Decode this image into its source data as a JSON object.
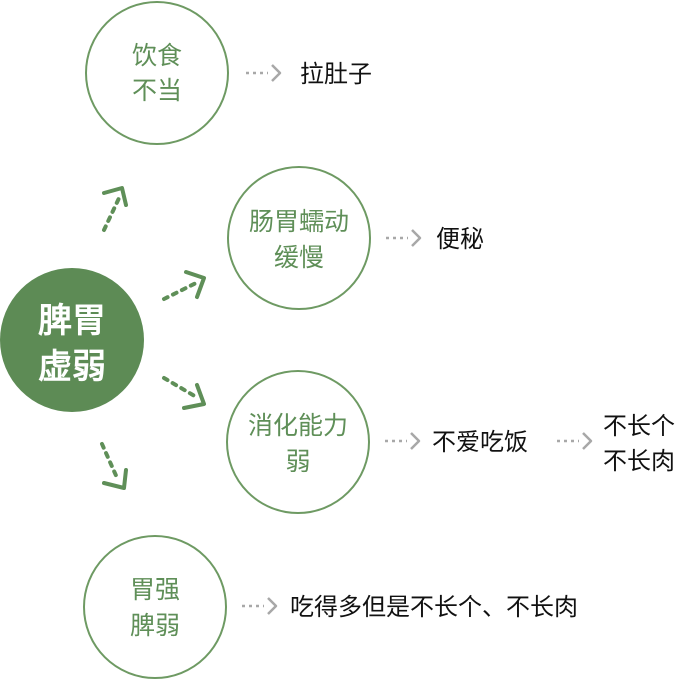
{
  "colors": {
    "accent": "#5f8f58",
    "circle_border": "#6e9a63",
    "center_fill": "#5d8b55",
    "gray_arrow": "#a8a8a8",
    "text_dark": "#111111"
  },
  "center": {
    "line1": "脾胃",
    "line2": "虚弱"
  },
  "causes": [
    {
      "line1": "饮食",
      "line2": "不当",
      "effect": "拉肚子"
    },
    {
      "line1": "肠胃蠕动",
      "line2": "缓慢",
      "effect": "便秘"
    },
    {
      "line1": "消化能力",
      "line2": "弱",
      "effect": "不爱吃饭",
      "result_line1": "不长个",
      "result_line2": "不长肉"
    },
    {
      "line1": "胃强",
      "line2": "脾弱",
      "effect": "吃得多但是不长个、不长肉"
    }
  ]
}
